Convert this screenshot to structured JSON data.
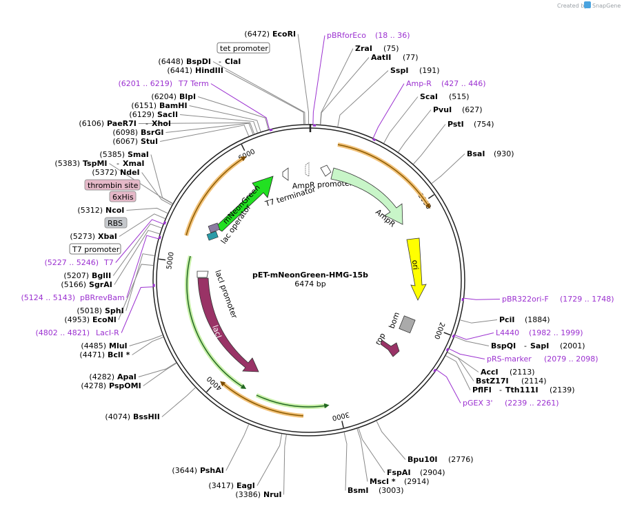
{
  "header": {
    "watermark_prefix": "Created by",
    "watermark_brand": "SnapGene"
  },
  "plasmid": {
    "name": "pET-mNeonGreen-HMG-15b",
    "size": "6474 bp",
    "length": 6474
  },
  "scale_ticks": [
    "1000",
    "2000",
    "3000",
    "4000",
    "5000",
    "6000"
  ],
  "sites": [
    {
      "pos": "(6472)",
      "name": "EcoRI",
      "n": 6472
    },
    {
      "pos": "(75)",
      "name": "ZraI",
      "n": 75
    },
    {
      "pos": "(77)",
      "name": "AatII",
      "n": 77
    },
    {
      "pos": "(191)",
      "name": "SspI",
      "n": 191
    },
    {
      "pos": "(515)",
      "name": "ScaI",
      "n": 515
    },
    {
      "pos": "(627)",
      "name": "PvuI",
      "n": 627
    },
    {
      "pos": "(754)",
      "name": "PstI",
      "n": 754
    },
    {
      "pos": "(930)",
      "name": "BsaI",
      "n": 930
    },
    {
      "pos": "(1884)",
      "name": "PciI",
      "n": 1884
    },
    {
      "pos": "(2001)",
      "name": "BspQI",
      "name2": "SapI",
      "n": 2001
    },
    {
      "pos": "(2113)",
      "name": "AccI",
      "n": 2113
    },
    {
      "pos": "(2114)",
      "name": "BstZ17I",
      "n": 2114
    },
    {
      "pos": "(2139)",
      "name": "PflFI",
      "name2": "Tth111I",
      "n": 2139
    },
    {
      "pos": "(2776)",
      "name": "Bpu10I",
      "n": 2776
    },
    {
      "pos": "(2904)",
      "name": "FspAI",
      "n": 2904
    },
    {
      "pos": "(2914)",
      "name": "MscI *",
      "n": 2914
    },
    {
      "pos": "(3003)",
      "name": "BsmI",
      "n": 3003
    },
    {
      "pos": "(3386)",
      "name": "NruI",
      "n": 3386
    },
    {
      "pos": "(3417)",
      "name": "EagI",
      "n": 3417
    },
    {
      "pos": "(3644)",
      "name": "PshAI",
      "n": 3644
    },
    {
      "pos": "(4074)",
      "name": "BssHII",
      "n": 4074
    },
    {
      "pos": "(4278)",
      "name": "PspOMI",
      "n": 4278
    },
    {
      "pos": "(4282)",
      "name": "ApaI",
      "n": 4282
    },
    {
      "pos": "(4471)",
      "name": "BclI *",
      "n": 4471
    },
    {
      "pos": "(4485)",
      "name": "MluI",
      "n": 4485
    },
    {
      "pos": "(4953)",
      "name": "EcoNI",
      "n": 4953
    },
    {
      "pos": "(5018)",
      "name": "SphI",
      "n": 5018
    },
    {
      "pos": "(5166)",
      "name": "SgrAI",
      "n": 5166
    },
    {
      "pos": "(5207)",
      "name": "BglII",
      "n": 5207
    },
    {
      "pos": "(5273)",
      "name": "XbaI",
      "n": 5273
    },
    {
      "pos": "(5312)",
      "name": "NcoI",
      "n": 5312
    },
    {
      "pos": "(5372)",
      "name": "NdeI",
      "n": 5372
    },
    {
      "pos": "(5383)",
      "name": "TspMI",
      "name2": "XmaI",
      "n": 5383
    },
    {
      "pos": "(5385)",
      "name": "SmaI",
      "n": 5385
    },
    {
      "pos": "(6067)",
      "name": "StuI",
      "n": 6067
    },
    {
      "pos": "(6098)",
      "name": "BsrGI",
      "n": 6098
    },
    {
      "pos": "(6106)",
      "name": "PaeR7I",
      "name2": "XhoI",
      "n": 6106
    },
    {
      "pos": "(6129)",
      "name": "SacII",
      "n": 6129
    },
    {
      "pos": "(6151)",
      "name": "BamHI",
      "n": 6151
    },
    {
      "pos": "(6204)",
      "name": "BlpI",
      "n": 6204
    },
    {
      "pos": "(6441)",
      "name": "HindIII",
      "n": 6441
    },
    {
      "pos": "(6448)",
      "name": "BspDI",
      "name2": "ClaI",
      "n": 6448
    }
  ],
  "primers": [
    {
      "name": "pBRforEco",
      "range": "(18 .. 36)",
      "n": 27
    },
    {
      "name": "Amp-R",
      "range": "(427 .. 446)",
      "n": 437
    },
    {
      "name": "pBR322ori-F",
      "range": "(1729 .. 1748)",
      "n": 1738
    },
    {
      "name": "L4440",
      "range": "(1982 .. 1999)",
      "n": 1990
    },
    {
      "name": "pRS-marker",
      "range": "(2079 .. 2098)",
      "n": 2088
    },
    {
      "name": "pGEX 3'",
      "range": "(2239 .. 2261)",
      "n": 2250
    },
    {
      "name": "LacI-R",
      "range": "(4802 .. 4821)",
      "n": 4811
    },
    {
      "name": "pBRrevBam",
      "range": "(5124 .. 5143)",
      "n": 5133
    },
    {
      "name": "T7",
      "range": "(5227 .. 5246)",
      "n": 5236
    },
    {
      "name": "T7 Term",
      "range": "(6201 .. 6219)",
      "n": 6210
    }
  ],
  "boxed_features": [
    {
      "name": "tet promoter",
      "style": "white"
    },
    {
      "name": "thrombin site",
      "style": "pink"
    },
    {
      "name": "6xHis",
      "style": "pink"
    },
    {
      "name": "RBS",
      "style": "grey"
    },
    {
      "name": "T7 promoter",
      "style": "white"
    }
  ],
  "features": [
    {
      "name": "mNeonGreen",
      "color": "#22e022"
    },
    {
      "name": "lac operator"
    },
    {
      "name": "T7 terminator"
    },
    {
      "name": "AmpR promoter"
    },
    {
      "name": "AmpR",
      "color": "#c8f5c8"
    },
    {
      "name": "ori",
      "color": "#ffff00"
    },
    {
      "name": "bom"
    },
    {
      "name": "rop",
      "color": "#993366"
    },
    {
      "name": "lacI promoter"
    },
    {
      "name": "lacI",
      "color": "#993366"
    }
  ],
  "colors": {
    "primer": "#9b30d0",
    "backbone": "#222222",
    "orf_highlight": "#f2c27a",
    "translated_highlight": "#c8f0a8"
  }
}
